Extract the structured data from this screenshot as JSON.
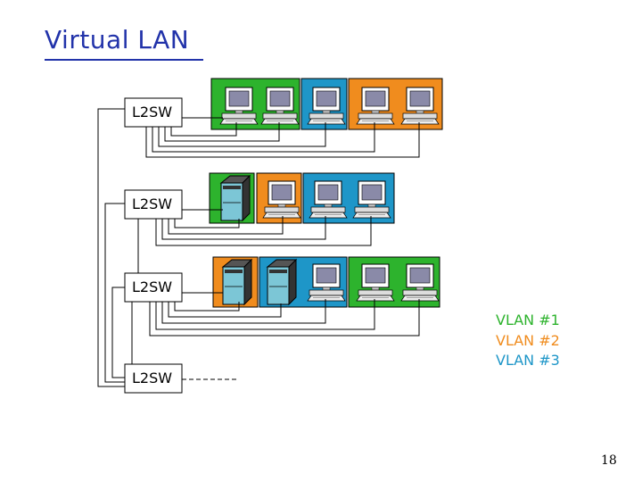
{
  "title": "Virtual LAN",
  "switches": [
    {
      "label": "L2SW"
    },
    {
      "label": "L2SW"
    },
    {
      "label": "L2SW"
    },
    {
      "label": "L2SW"
    }
  ],
  "legend": [
    {
      "label": "VLAN #1",
      "color": "#2db32d"
    },
    {
      "label": "VLAN #2",
      "color": "#f08c1e"
    },
    {
      "label": "VLAN #3",
      "color": "#1e96c8"
    }
  ],
  "vlan_colors": {
    "vlan1": "#2db32d",
    "vlan2": "#f08c1e",
    "vlan3": "#1e96c8"
  },
  "icons": {
    "pc": "desktop-computer-icon",
    "server": "tower-server-icon"
  },
  "page_number": "18"
}
